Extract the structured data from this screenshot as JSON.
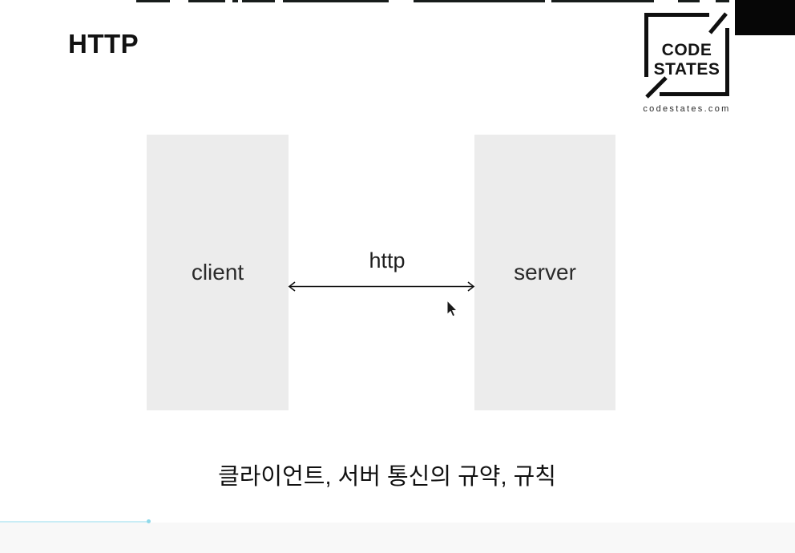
{
  "slide": {
    "title": "HTTP",
    "caption": "클라이언트, 서버 통신의 규약, 규칙"
  },
  "logo": {
    "line1": "CODE",
    "line2": "STATES",
    "website": "codestates.com"
  },
  "diagram": {
    "client_label": "client",
    "server_label": "server",
    "link_label": "http"
  },
  "player": {
    "progress_percent": 18.8
  },
  "colors": {
    "box_bg": "#ececec",
    "progress_track": "#c9edf6",
    "progress_dot": "#8fd9ea",
    "corner_block": "#060606"
  }
}
